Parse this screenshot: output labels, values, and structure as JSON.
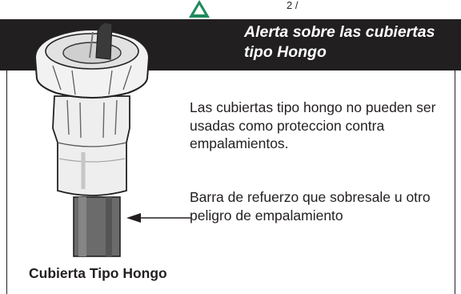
{
  "header": {
    "fragment": "2 /",
    "title_line1": "Alerta sobre las cubiertas",
    "title_line2": "tipo Hongo"
  },
  "content": {
    "warning_text": "Las cubiertas tipo hongo no pueden ser usadas como proteccion contra empalamientos.",
    "pointer_text": "Barra de refuerzo que sobresale u otro peligro de empalamiento"
  },
  "caption": "Cubierta Tipo Hongo",
  "colors": {
    "title_bar": "#211f20",
    "title_text": "#ffffff",
    "triangle": "#1f8a5c",
    "cap_fill": "#eeeeee",
    "rebar": "#6b6b6b"
  },
  "icons": {
    "caution": "caution-triangle-icon",
    "arrow": "arrow-left-icon"
  }
}
